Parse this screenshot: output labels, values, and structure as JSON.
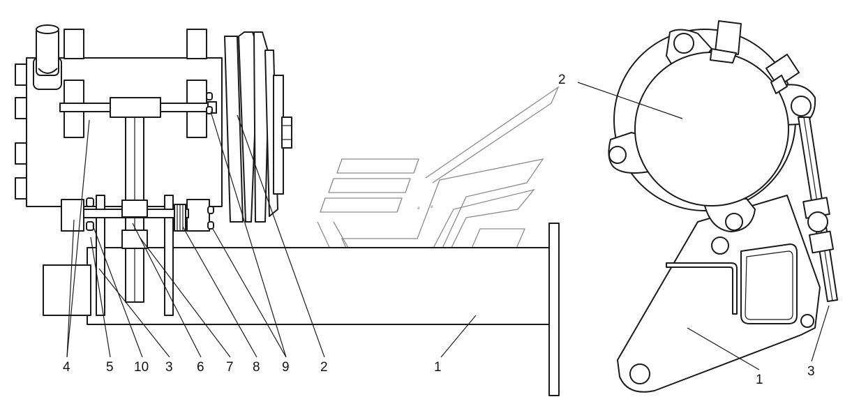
{
  "left_view": {
    "callouts": [
      {
        "id": "c4",
        "label": "4"
      },
      {
        "id": "c5",
        "label": "5"
      },
      {
        "id": "c10",
        "label": "10"
      },
      {
        "id": "c3",
        "label": "3"
      },
      {
        "id": "c6",
        "label": "6"
      },
      {
        "id": "c7",
        "label": "7"
      },
      {
        "id": "c8",
        "label": "8"
      },
      {
        "id": "c9",
        "label": "9"
      },
      {
        "id": "c2",
        "label": "2"
      },
      {
        "id": "c1",
        "label": "1"
      }
    ]
  },
  "right_view": {
    "callouts": [
      {
        "id": "r2",
        "label": "2"
      },
      {
        "id": "r1",
        "label": "1"
      },
      {
        "id": "r3",
        "label": "3"
      }
    ]
  },
  "colors": {
    "line": "#1a1a1a",
    "watermark": "#8a8a8a",
    "background": "#ffffff"
  }
}
